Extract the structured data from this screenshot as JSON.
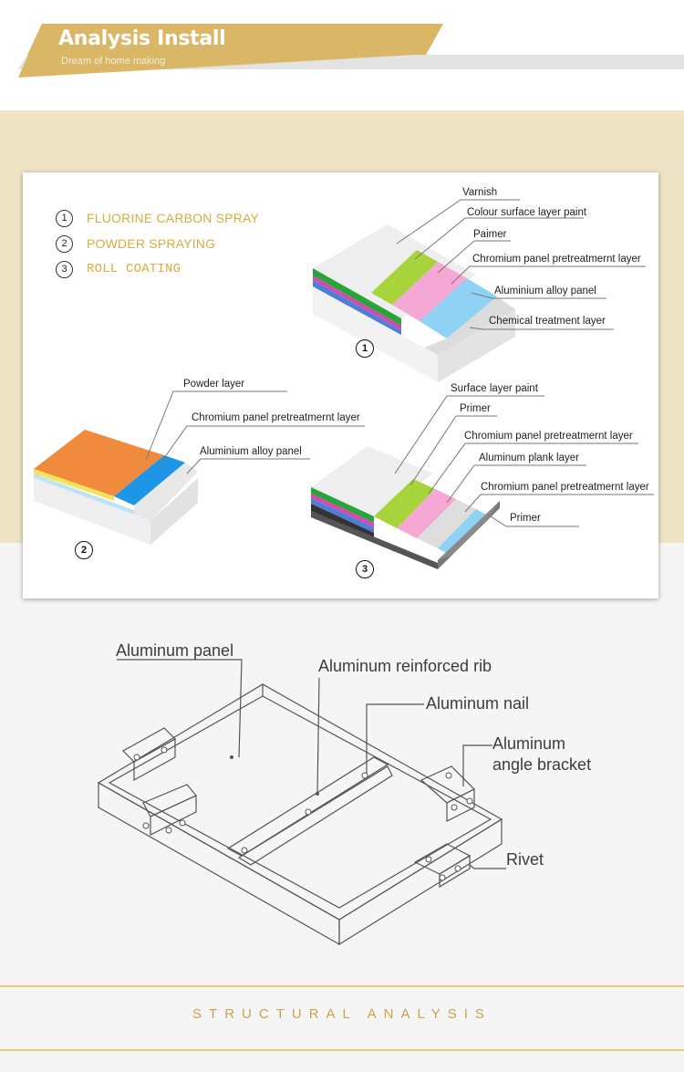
{
  "header": {
    "title": "Analysis Install",
    "subtitle": "Dream of home making",
    "accent_color": "#d9b766"
  },
  "legend": [
    {
      "num": "1",
      "text": "FLUORINE CARBON SPRAY"
    },
    {
      "num": "2",
      "text": "POWDER SPRAYING"
    },
    {
      "num": "3",
      "text": "ROLL COATING"
    }
  ],
  "diagram1": {
    "number": "1",
    "labels": [
      "Varnish",
      "Colour surface layer paint",
      "Paimer",
      "Chromium panel pretreatmernt layer",
      "Aluminium alloy panel",
      "Chemical treatment layer"
    ]
  },
  "diagram2": {
    "number": "2",
    "labels": [
      "Powder layer",
      "Chromium panel pretreatmernt layer",
      "Aluminium alloy panel"
    ]
  },
  "diagram3": {
    "number": "3",
    "labels": [
      "Surface layer paint",
      "Primer",
      "Chromium panel pretreatmernt layer",
      "Aluminum plank layer",
      "Chromium panel pretreatmernt layer",
      "Primer"
    ]
  },
  "structure": {
    "labels": {
      "panel": "Aluminum panel",
      "rib": "Aluminum reinforced rib",
      "nail": "Aluminum nail",
      "bracket_line1": "Aluminum",
      "bracket_line2": "angle bracket",
      "rivet": "Rivet"
    }
  },
  "footer": {
    "text": "STRUCTURAL ANALYSIS"
  }
}
